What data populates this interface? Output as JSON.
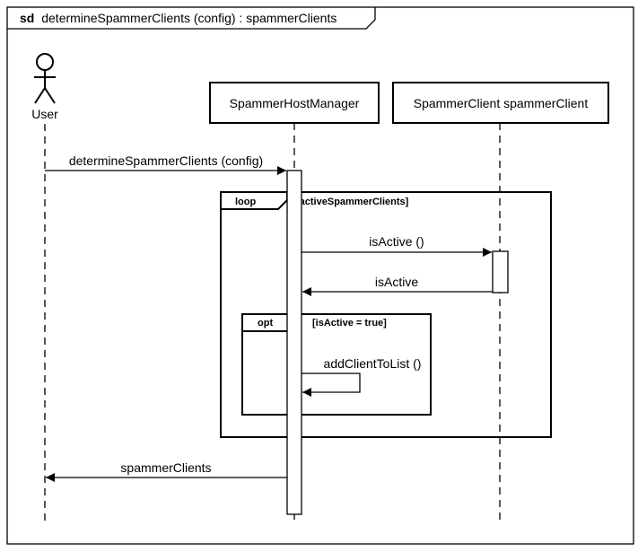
{
  "frame": {
    "keyword": "sd",
    "title": "determineSpammerClients (config) : spammerClients"
  },
  "actor": {
    "label": "User"
  },
  "lifelines": {
    "manager": "SpammerHostManager",
    "client": "SpammerClient spammerClient"
  },
  "fragments": {
    "loop": {
      "operator": "loop",
      "guard": "[activeSpammerClients]"
    },
    "opt": {
      "operator": "opt",
      "guard": "[isActive = true]"
    }
  },
  "messages": {
    "call": "determineSpammerClients (config)",
    "is_active_call": "isActive ()",
    "is_active_return": "isActive",
    "add_client": "addClientToList ()",
    "result": "spammerClients"
  }
}
